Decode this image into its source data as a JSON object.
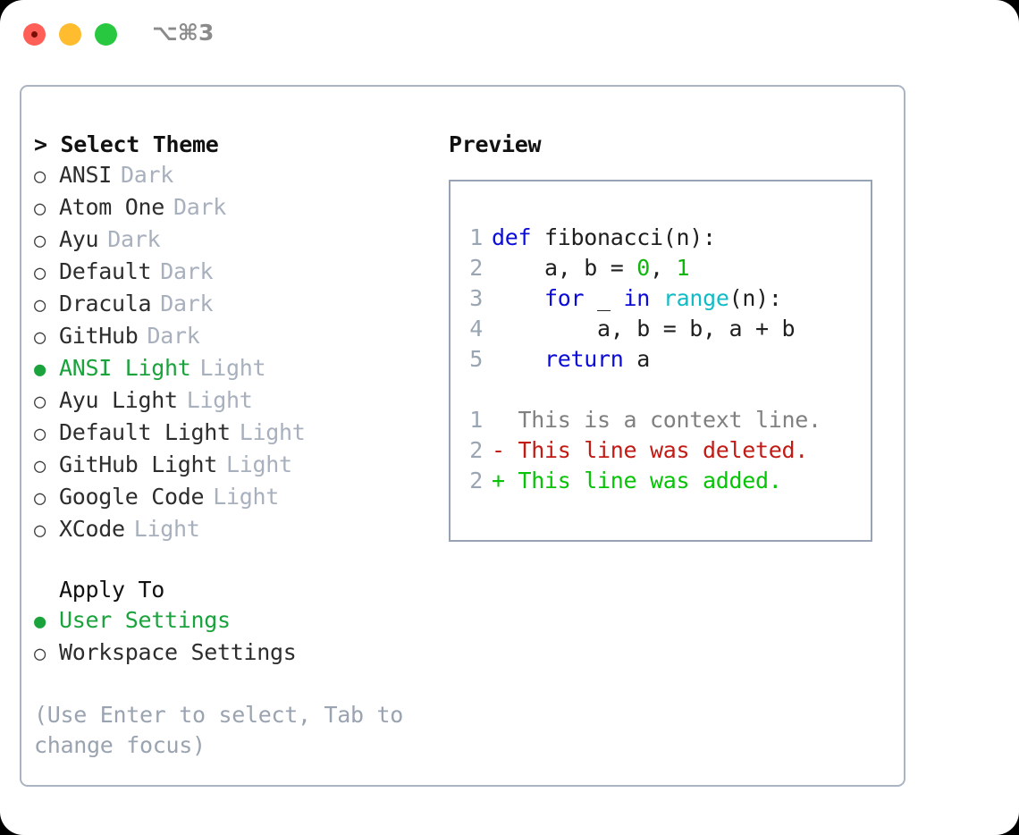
{
  "titlebar": {
    "shortcut": "⌥⌘3",
    "buttons": [
      {
        "name": "close",
        "color": "#ff5f57"
      },
      {
        "name": "minimize",
        "color": "#febc2e"
      },
      {
        "name": "zoom",
        "color": "#28c840"
      }
    ]
  },
  "theme_picker": {
    "heading": "> Select Theme",
    "selected_marker": "●",
    "unselected_marker": "○",
    "accent_color": "#1aa33c",
    "muted_color": "#a8b0bd",
    "items": [
      {
        "marker": "○",
        "name": "ANSI",
        "kind": "Dark",
        "selected": false
      },
      {
        "marker": "○",
        "name": "Atom One",
        "kind": "Dark",
        "selected": false
      },
      {
        "marker": "○",
        "name": "Ayu",
        "kind": "Dark",
        "selected": false
      },
      {
        "marker": "○",
        "name": "Default",
        "kind": "Dark",
        "selected": false
      },
      {
        "marker": "○",
        "name": "Dracula",
        "kind": "Dark",
        "selected": false
      },
      {
        "marker": "○",
        "name": "GitHub",
        "kind": "Dark",
        "selected": false
      },
      {
        "marker": "●",
        "name": "ANSI Light",
        "kind": "Light",
        "selected": true
      },
      {
        "marker": "○",
        "name": "Ayu Light",
        "kind": "Light",
        "selected": false
      },
      {
        "marker": "○",
        "name": "Default Light",
        "kind": "Light",
        "selected": false
      },
      {
        "marker": "○",
        "name": "GitHub Light",
        "kind": "Light",
        "selected": false
      },
      {
        "marker": "○",
        "name": "Google Code",
        "kind": "Light",
        "selected": false
      },
      {
        "marker": "○",
        "name": "XCode",
        "kind": "Light",
        "selected": false
      }
    ]
  },
  "apply_to": {
    "heading": "Apply To",
    "options": [
      {
        "marker": "●",
        "label": "User Settings",
        "selected": true
      },
      {
        "marker": "○",
        "label": "Workspace Settings",
        "selected": false
      }
    ]
  },
  "hint": "(Use Enter to select, Tab to change focus)",
  "preview": {
    "title": "Preview",
    "code_lines": [
      {
        "ln": "1",
        "tokens": [
          {
            "t": "def",
            "c": "kw"
          },
          {
            "t": " fibonacci(n):",
            "c": "code-txt"
          }
        ]
      },
      {
        "ln": "2",
        "tokens": [
          {
            "t": "    a, b = ",
            "c": "code-txt"
          },
          {
            "t": "0",
            "c": "num"
          },
          {
            "t": ", ",
            "c": "code-txt"
          },
          {
            "t": "1",
            "c": "num"
          }
        ]
      },
      {
        "ln": "3",
        "tokens": [
          {
            "t": "    ",
            "c": "code-txt"
          },
          {
            "t": "for",
            "c": "kw"
          },
          {
            "t": " _ ",
            "c": "code-txt"
          },
          {
            "t": "in",
            "c": "kw"
          },
          {
            "t": " ",
            "c": "code-txt"
          },
          {
            "t": "range",
            "c": "fn"
          },
          {
            "t": "(n):",
            "c": "code-txt"
          }
        ]
      },
      {
        "ln": "4",
        "tokens": [
          {
            "t": "        a, b = b, a + b",
            "c": "code-txt"
          }
        ]
      },
      {
        "ln": "5",
        "tokens": [
          {
            "t": "    ",
            "c": "code-txt"
          },
          {
            "t": "return",
            "c": "kw"
          },
          {
            "t": " a",
            "c": "code-txt"
          }
        ]
      }
    ],
    "diff_lines": [
      {
        "ln": "1",
        "text": "  This is a context line.",
        "cls": "diff-ctx"
      },
      {
        "ln": "2",
        "text": "- This line was deleted.",
        "cls": "diff-del"
      },
      {
        "ln": "2",
        "text": "+ This line was added.",
        "cls": "diff-add"
      }
    ],
    "colors": {
      "keyword": "#0b0bd8",
      "function": "#10bcc6",
      "number": "#10b510",
      "text": "#1f1f1f",
      "line_number": "#9aa5b3",
      "diff_context": "#808080",
      "diff_deleted": "#c21a14",
      "diff_added": "#07c407"
    }
  }
}
